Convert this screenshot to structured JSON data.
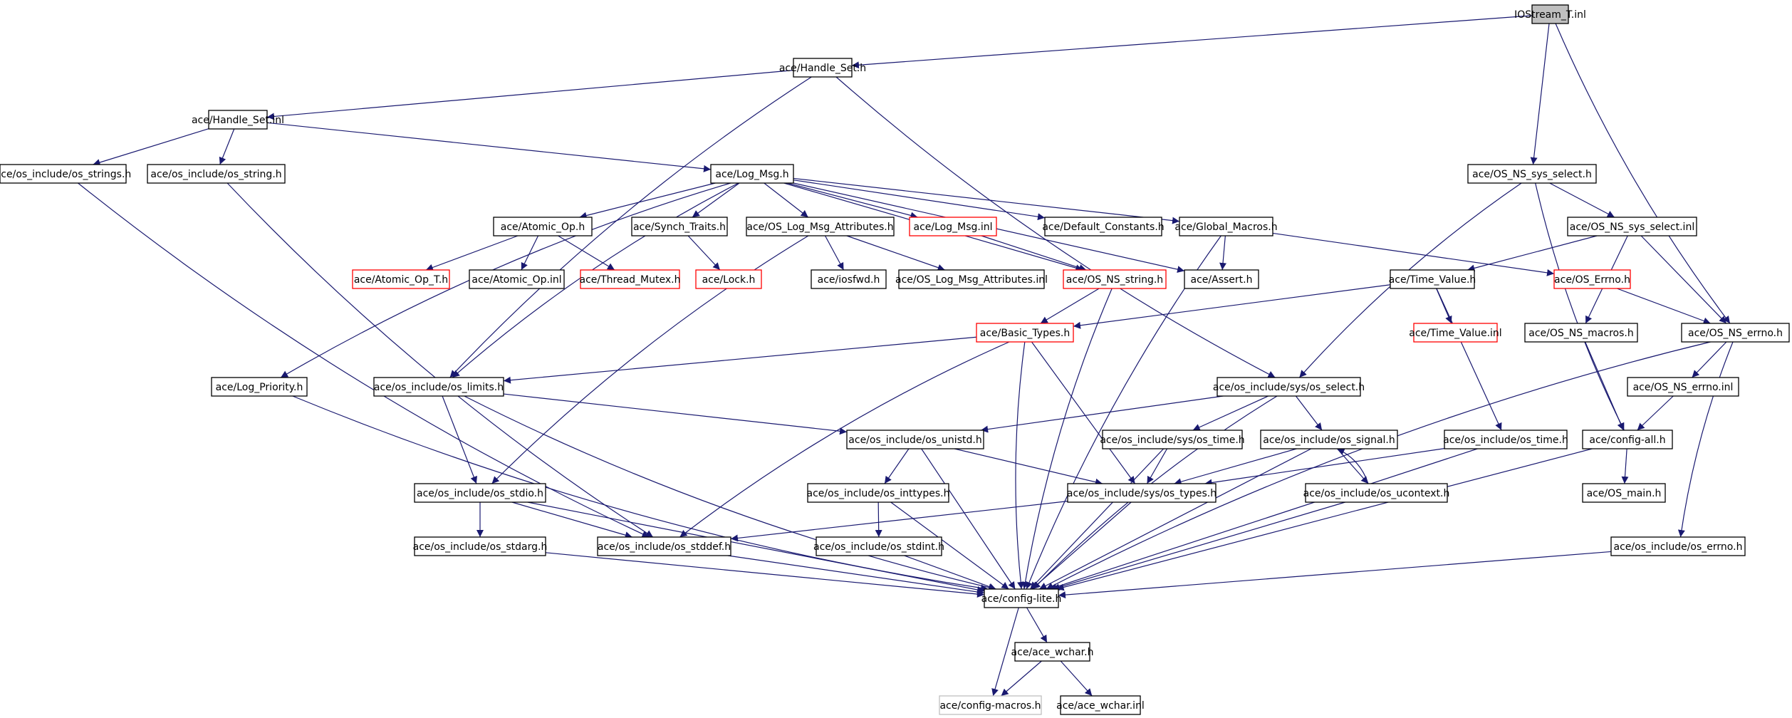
{
  "colors": {
    "edge": "#191970",
    "border_normal": "#000000",
    "border_missing": "#ff0000",
    "border_external": "#bfbfbf",
    "root_fill": "#bfbfbf",
    "node_fill": "#ffffff"
  },
  "nodes": [
    {
      "id": "n0",
      "label": "IOStream_T.inl",
      "kind": "root"
    },
    {
      "id": "n1",
      "label": "ace/Handle_Set.h",
      "kind": "normal"
    },
    {
      "id": "n2",
      "label": "ace/Handle_Set.inl",
      "kind": "normal"
    },
    {
      "id": "n3",
      "label": "ace/os_include/os_strings.h",
      "kind": "normal"
    },
    {
      "id": "n4",
      "label": "ace/os_include/os_string.h",
      "kind": "normal"
    },
    {
      "id": "n5",
      "label": "ace/Log_Msg.h",
      "kind": "normal"
    },
    {
      "id": "n6",
      "label": "ace/OS_NS_sys_select.h",
      "kind": "normal"
    },
    {
      "id": "n7",
      "label": "ace/Atomic_Op.h",
      "kind": "normal"
    },
    {
      "id": "n8",
      "label": "ace/Synch_Traits.h",
      "kind": "normal"
    },
    {
      "id": "n9",
      "label": "ace/OS_Log_Msg_Attributes.h",
      "kind": "normal"
    },
    {
      "id": "n10",
      "label": "ace/Log_Msg.inl",
      "kind": "missing"
    },
    {
      "id": "n11",
      "label": "ace/Default_Constants.h",
      "kind": "normal"
    },
    {
      "id": "n12",
      "label": "ace/Global_Macros.h",
      "kind": "normal"
    },
    {
      "id": "n13",
      "label": "ace/OS_NS_sys_select.inl",
      "kind": "normal"
    },
    {
      "id": "n14",
      "label": "ace/Atomic_Op_T.h",
      "kind": "missing"
    },
    {
      "id": "n15",
      "label": "ace/Atomic_Op.inl",
      "kind": "normal"
    },
    {
      "id": "n16",
      "label": "ace/Thread_Mutex.h",
      "kind": "missing"
    },
    {
      "id": "n17",
      "label": "ace/Lock.h",
      "kind": "missing"
    },
    {
      "id": "n18",
      "label": "ace/iosfwd.h",
      "kind": "normal"
    },
    {
      "id": "n19",
      "label": "ace/OS_Log_Msg_Attributes.inl",
      "kind": "normal"
    },
    {
      "id": "n20",
      "label": "ace/OS_NS_string.h",
      "kind": "missing"
    },
    {
      "id": "n21",
      "label": "ace/Assert.h",
      "kind": "normal"
    },
    {
      "id": "n22",
      "label": "ace/Time_Value.h",
      "kind": "normal"
    },
    {
      "id": "n23",
      "label": "ace/OS_Errno.h",
      "kind": "missing"
    },
    {
      "id": "n24",
      "label": "ace/Basic_Types.h",
      "kind": "missing"
    },
    {
      "id": "n25",
      "label": "ace/Time_Value.inl",
      "kind": "missing"
    },
    {
      "id": "n26",
      "label": "ace/OS_NS_macros.h",
      "kind": "normal"
    },
    {
      "id": "n27",
      "label": "ace/OS_NS_errno.h",
      "kind": "normal"
    },
    {
      "id": "n28",
      "label": "ace/Log_Priority.h",
      "kind": "normal"
    },
    {
      "id": "n29",
      "label": "ace/os_include/os_limits.h",
      "kind": "normal"
    },
    {
      "id": "n30",
      "label": "ace/os_include/sys/os_select.h",
      "kind": "normal"
    },
    {
      "id": "n31",
      "label": "ace/OS_NS_errno.inl",
      "kind": "normal"
    },
    {
      "id": "n32",
      "label": "ace/os_include/os_unistd.h",
      "kind": "normal"
    },
    {
      "id": "n33",
      "label": "ace/os_include/sys/os_time.h",
      "kind": "normal"
    },
    {
      "id": "n34",
      "label": "ace/os_include/os_signal.h",
      "kind": "normal"
    },
    {
      "id": "n35",
      "label": "ace/os_include/os_time.h",
      "kind": "normal"
    },
    {
      "id": "n36",
      "label": "ace/config-all.h",
      "kind": "normal"
    },
    {
      "id": "n37",
      "label": "ace/os_include/os_stdio.h",
      "kind": "normal"
    },
    {
      "id": "n38",
      "label": "ace/os_include/os_inttypes.h",
      "kind": "normal"
    },
    {
      "id": "n39",
      "label": "ace/os_include/sys/os_types.h",
      "kind": "normal"
    },
    {
      "id": "n40",
      "label": "ace/os_include/os_ucontext.h",
      "kind": "normal"
    },
    {
      "id": "n41",
      "label": "ace/OS_main.h",
      "kind": "normal"
    },
    {
      "id": "n42",
      "label": "ace/os_include/os_stdarg.h",
      "kind": "normal"
    },
    {
      "id": "n43",
      "label": "ace/os_include/os_stddef.h",
      "kind": "normal"
    },
    {
      "id": "n44",
      "label": "ace/os_include/os_stdint.h",
      "kind": "normal"
    },
    {
      "id": "n45",
      "label": "ace/os_include/os_errno.h",
      "kind": "normal"
    },
    {
      "id": "n46",
      "label": "ace/config-lite.h",
      "kind": "normal"
    },
    {
      "id": "n47",
      "label": "ace/ace_wchar.h",
      "kind": "normal"
    },
    {
      "id": "n48",
      "label": "ace/config-macros.h",
      "kind": "external"
    },
    {
      "id": "n49",
      "label": "ace/ace_wchar.inl",
      "kind": "normal"
    }
  ],
  "edges": [
    [
      "n0",
      "n1"
    ],
    [
      "n0",
      "n6"
    ],
    [
      "n0",
      "n27"
    ],
    [
      "n1",
      "n2"
    ],
    [
      "n1",
      "n29"
    ],
    [
      "n1",
      "n30"
    ],
    [
      "n2",
      "n3"
    ],
    [
      "n2",
      "n4"
    ],
    [
      "n2",
      "n5"
    ],
    [
      "n3",
      "n43"
    ],
    [
      "n4",
      "n43"
    ],
    [
      "n5",
      "n28"
    ],
    [
      "n5",
      "n29"
    ],
    [
      "n5",
      "n7"
    ],
    [
      "n5",
      "n8"
    ],
    [
      "n5",
      "n9"
    ],
    [
      "n5",
      "n10"
    ],
    [
      "n5",
      "n11"
    ],
    [
      "n5",
      "n12"
    ],
    [
      "n5",
      "n21"
    ],
    [
      "n5",
      "n20"
    ],
    [
      "n7",
      "n14"
    ],
    [
      "n7",
      "n15"
    ],
    [
      "n7",
      "n16"
    ],
    [
      "n8",
      "n17"
    ],
    [
      "n9",
      "n18"
    ],
    [
      "n9",
      "n19"
    ],
    [
      "n9",
      "n37"
    ],
    [
      "n10",
      "n20"
    ],
    [
      "n12",
      "n21"
    ],
    [
      "n12",
      "n23"
    ],
    [
      "n12",
      "n46"
    ],
    [
      "n6",
      "n13"
    ],
    [
      "n6",
      "n30"
    ],
    [
      "n6",
      "n36"
    ],
    [
      "n13",
      "n22"
    ],
    [
      "n13",
      "n27"
    ],
    [
      "n13",
      "n26"
    ],
    [
      "n22",
      "n24"
    ],
    [
      "n22",
      "n25"
    ],
    [
      "n22",
      "n35"
    ],
    [
      "n23",
      "n27"
    ],
    [
      "n27",
      "n31"
    ],
    [
      "n27",
      "n45"
    ],
    [
      "n27",
      "n46"
    ],
    [
      "n31",
      "n36"
    ],
    [
      "n26",
      "n36"
    ],
    [
      "n36",
      "n41"
    ],
    [
      "n36",
      "n46"
    ],
    [
      "n20",
      "n24"
    ],
    [
      "n20",
      "n46"
    ],
    [
      "n24",
      "n29"
    ],
    [
      "n24",
      "n43"
    ],
    [
      "n24",
      "n46"
    ],
    [
      "n24",
      "n39"
    ],
    [
      "n28",
      "n46"
    ],
    [
      "n29",
      "n37"
    ],
    [
      "n29",
      "n32"
    ],
    [
      "n29",
      "n46"
    ],
    [
      "n30",
      "n32"
    ],
    [
      "n30",
      "n33"
    ],
    [
      "n30",
      "n34"
    ],
    [
      "n30",
      "n46"
    ],
    [
      "n32",
      "n38"
    ],
    [
      "n32",
      "n39"
    ],
    [
      "n32",
      "n46"
    ],
    [
      "n33",
      "n39"
    ],
    [
      "n33",
      "n46"
    ],
    [
      "n34",
      "n39"
    ],
    [
      "n34",
      "n40"
    ],
    [
      "n34",
      "n46"
    ],
    [
      "n40",
      "n34"
    ],
    [
      "n40",
      "n46"
    ],
    [
      "n35",
      "n39"
    ],
    [
      "n35",
      "n46"
    ],
    [
      "n37",
      "n42"
    ],
    [
      "n37",
      "n43"
    ],
    [
      "n37",
      "n46"
    ],
    [
      "n38",
      "n44"
    ],
    [
      "n38",
      "n46"
    ],
    [
      "n39",
      "n43"
    ],
    [
      "n39",
      "n46"
    ],
    [
      "n42",
      "n46"
    ],
    [
      "n43",
      "n46"
    ],
    [
      "n44",
      "n46"
    ],
    [
      "n45",
      "n46"
    ],
    [
      "n46",
      "n47"
    ],
    [
      "n46",
      "n48"
    ],
    [
      "n47",
      "n48"
    ],
    [
      "n47",
      "n49"
    ]
  ]
}
